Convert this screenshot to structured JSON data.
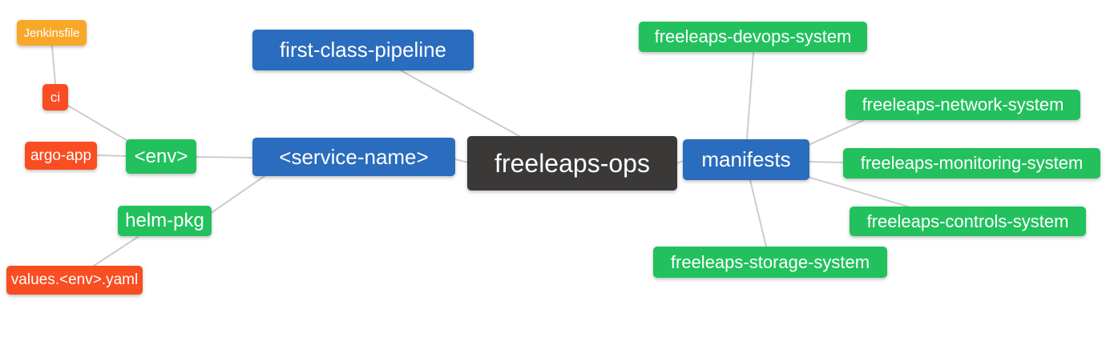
{
  "diagram": {
    "type": "mindmap",
    "root_label": "freeleaps-ops",
    "nodes": {
      "jenkinsfile": {
        "label": "Jenkinsfile",
        "color": "#f7a829"
      },
      "ci": {
        "label": "ci",
        "color": "#f94d22"
      },
      "argo_app": {
        "label": "argo-app",
        "color": "#f94d22"
      },
      "env": {
        "label": "<env>",
        "color": "#22c15d"
      },
      "helm_pkg": {
        "label": "helm-pkg",
        "color": "#22c15d"
      },
      "values_env_yaml": {
        "label": "values.<env>.yaml",
        "color": "#f94d22"
      },
      "first_class_pipeline": {
        "label": "first-class-pipeline",
        "color": "#2a6cbe"
      },
      "service_name": {
        "label": "<service-name>",
        "color": "#2a6cbe"
      },
      "freeleaps_ops": {
        "label": "freeleaps-ops",
        "color": "#3b3838"
      },
      "manifests": {
        "label": "manifests",
        "color": "#2a6cbe"
      },
      "devops_system": {
        "label": "freeleaps-devops-system",
        "color": "#22c15d"
      },
      "network_system": {
        "label": "freeleaps-network-system",
        "color": "#22c15d"
      },
      "monitoring_system": {
        "label": "freeleaps-monitoring-system",
        "color": "#22c15d"
      },
      "controls_system": {
        "label": "freeleaps-controls-system",
        "color": "#22c15d"
      },
      "storage_system": {
        "label": "freeleaps-storage-system",
        "color": "#22c15d"
      }
    },
    "edges": [
      {
        "from": "Jenkinsfile",
        "to": "ci"
      },
      {
        "from": "ci",
        "to": "<env>"
      },
      {
        "from": "argo-app",
        "to": "<env>"
      },
      {
        "from": "<env>",
        "to": "<service-name>"
      },
      {
        "from": "helm-pkg",
        "to": "<service-name>"
      },
      {
        "from": "values.<env>.yaml",
        "to": "helm-pkg"
      },
      {
        "from": "first-class-pipeline",
        "to": "freeleaps-ops"
      },
      {
        "from": "<service-name>",
        "to": "freeleaps-ops"
      },
      {
        "from": "freeleaps-ops",
        "to": "manifests"
      },
      {
        "from": "manifests",
        "to": "freeleaps-devops-system"
      },
      {
        "from": "manifests",
        "to": "freeleaps-network-system"
      },
      {
        "from": "manifests",
        "to": "freeleaps-monitoring-system"
      },
      {
        "from": "manifests",
        "to": "freeleaps-controls-system"
      },
      {
        "from": "manifests",
        "to": "freeleaps-storage-system"
      }
    ]
  },
  "colors": {
    "background": "#ffffff",
    "edge": "#cccccc",
    "node_text": "#ffffff",
    "blue": "#2a6cbe",
    "green": "#22c15d",
    "red_orange": "#f94d22",
    "amber": "#f7a829",
    "dark": "#3b3838"
  }
}
